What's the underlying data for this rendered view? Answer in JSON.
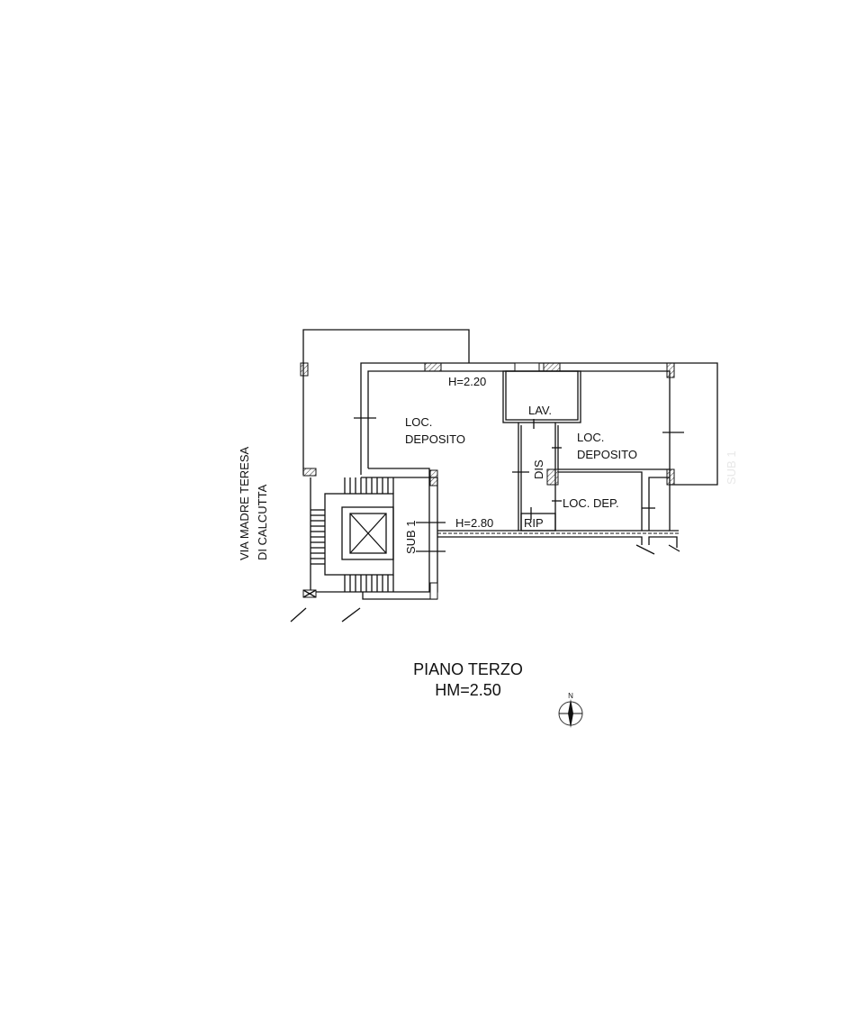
{
  "plan": {
    "street": [
      "VIA MADRE TERESA",
      "DI CALCUTTA"
    ],
    "rooms": {
      "left_deposit": [
        "LOC.",
        "DEPOSITO"
      ],
      "right_deposit": [
        "LOC.",
        "DEPOSITO"
      ],
      "lav": "LAV.",
      "dis": "DIS",
      "loc_dep": "LOC. DEP.",
      "rip": "RIP"
    },
    "heights": {
      "h1": "H=2.20",
      "h2": "H=2.80"
    },
    "sub_label": "SUB 1",
    "sub_label_faint": "SUB 1",
    "title": "PIANO TERZO",
    "avg_height": "HM=2.50",
    "compass_label": "N"
  }
}
